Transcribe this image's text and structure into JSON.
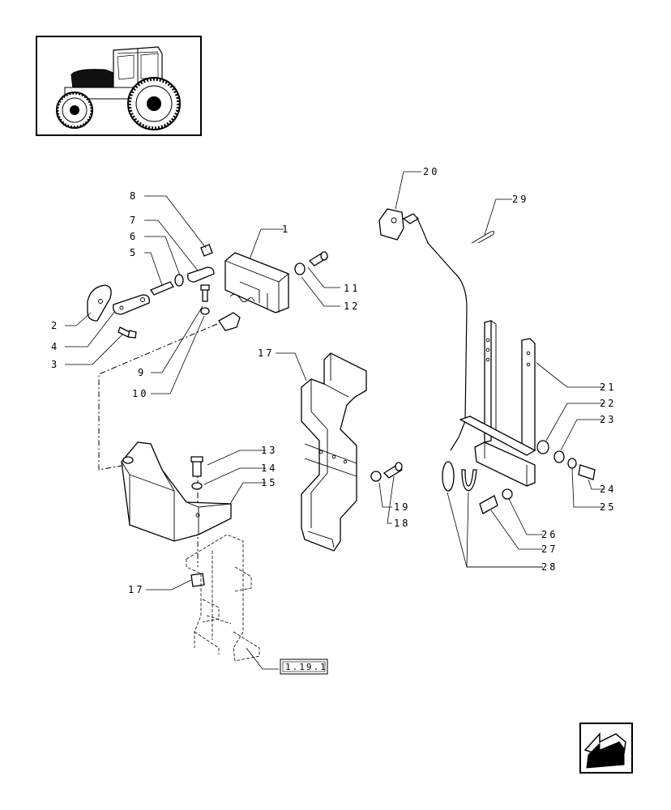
{
  "callouts": {
    "c1": "1",
    "c2": "2",
    "c3": "3",
    "c4": "4",
    "c5": "5",
    "c6": "6",
    "c7": "7",
    "c8": "8",
    "c9": "9",
    "c10": "10",
    "c11": "11",
    "c12": "12",
    "c13": "13",
    "c14": "14",
    "c15": "15",
    "c17a": "17",
    "c17b": "17",
    "c18": "18",
    "c19": "19",
    "c20": "20",
    "c21": "21",
    "c22": "22",
    "c23": "23",
    "c24": "24",
    "c25": "25",
    "c26": "26",
    "c27": "27",
    "c28": "28",
    "c29": "29"
  },
  "reference_box": "1.19.1",
  "icons": {
    "thumbnail": "tractor-icon",
    "navigation": "previous-page-arrow-icon"
  },
  "colors": {
    "line": "#000000",
    "background": "#ffffff"
  }
}
